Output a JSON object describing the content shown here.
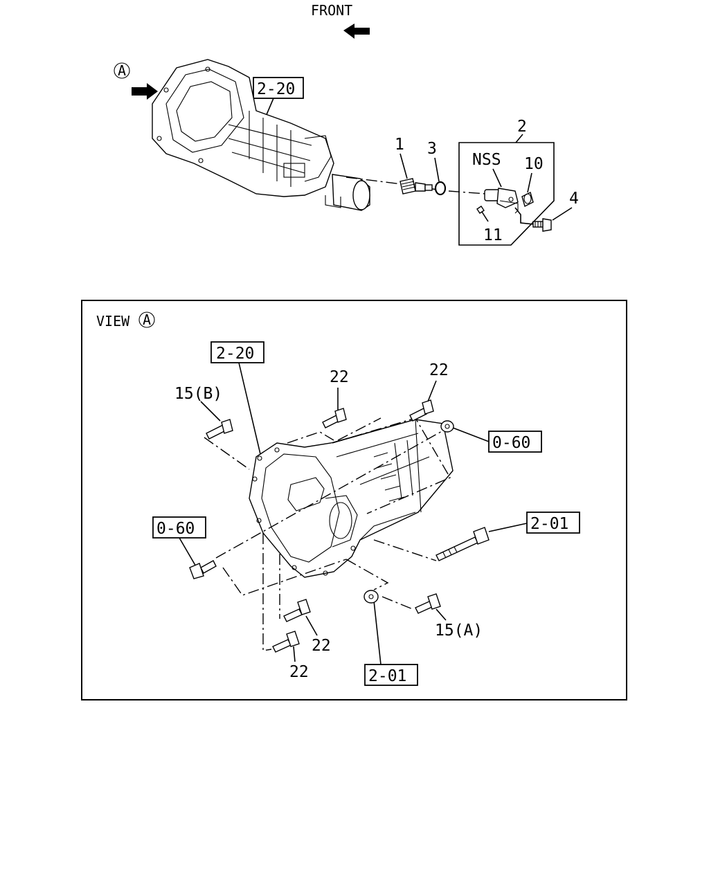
{
  "top": {
    "front_label": "FRONT",
    "view_marker": "A",
    "ref_box_top": "2-20",
    "callouts": {
      "p1": "1",
      "p2": "2",
      "p3": "3",
      "p4": "4",
      "p10": "10",
      "p11": "11",
      "nss": "NSS"
    }
  },
  "view": {
    "title": "VIEW",
    "marker": "A",
    "ref_box_2_20": "2-20",
    "ref_box_0_60_right": "0-60",
    "ref_box_0_60_left": "0-60",
    "ref_box_2_01_right": "2-01",
    "ref_box_2_01_bottom": "2-01",
    "callouts": {
      "p15b": "15(B)",
      "p22_a": "22",
      "p22_b": "22",
      "p22_c": "22",
      "p22_d": "22",
      "p15a": "15(A)"
    }
  }
}
